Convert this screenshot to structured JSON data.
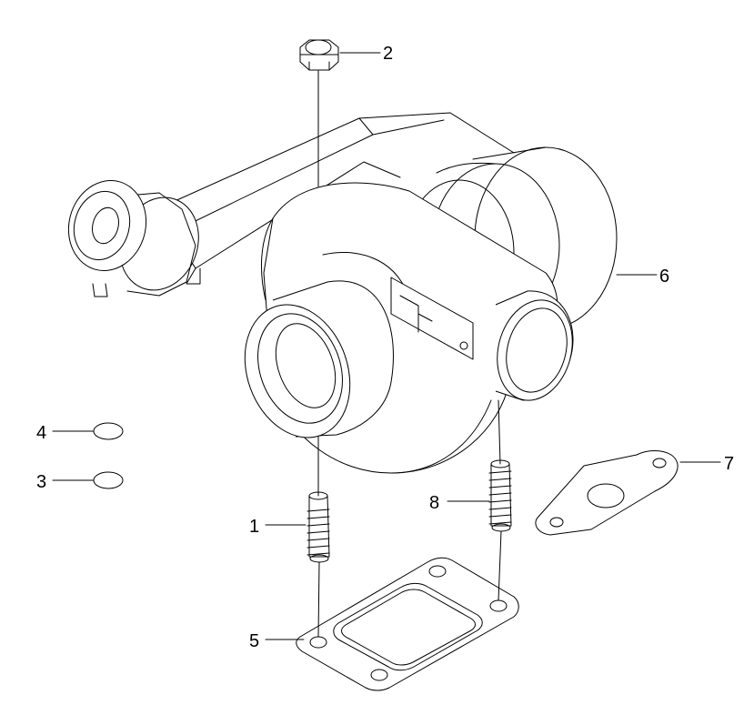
{
  "diagram": {
    "callouts": [
      {
        "label": "1",
        "part": "stud"
      },
      {
        "label": "2",
        "part": "nut"
      },
      {
        "label": "3",
        "part": "o-ring"
      },
      {
        "label": "4",
        "part": "o-ring"
      },
      {
        "label": "5",
        "part": "turbine-inlet-gasket"
      },
      {
        "label": "6",
        "part": "turbocharger"
      },
      {
        "label": "7",
        "part": "oil-drain-gasket"
      },
      {
        "label": "8",
        "part": "stud"
      }
    ],
    "line_color": "#000000",
    "background": "#ffffff"
  }
}
